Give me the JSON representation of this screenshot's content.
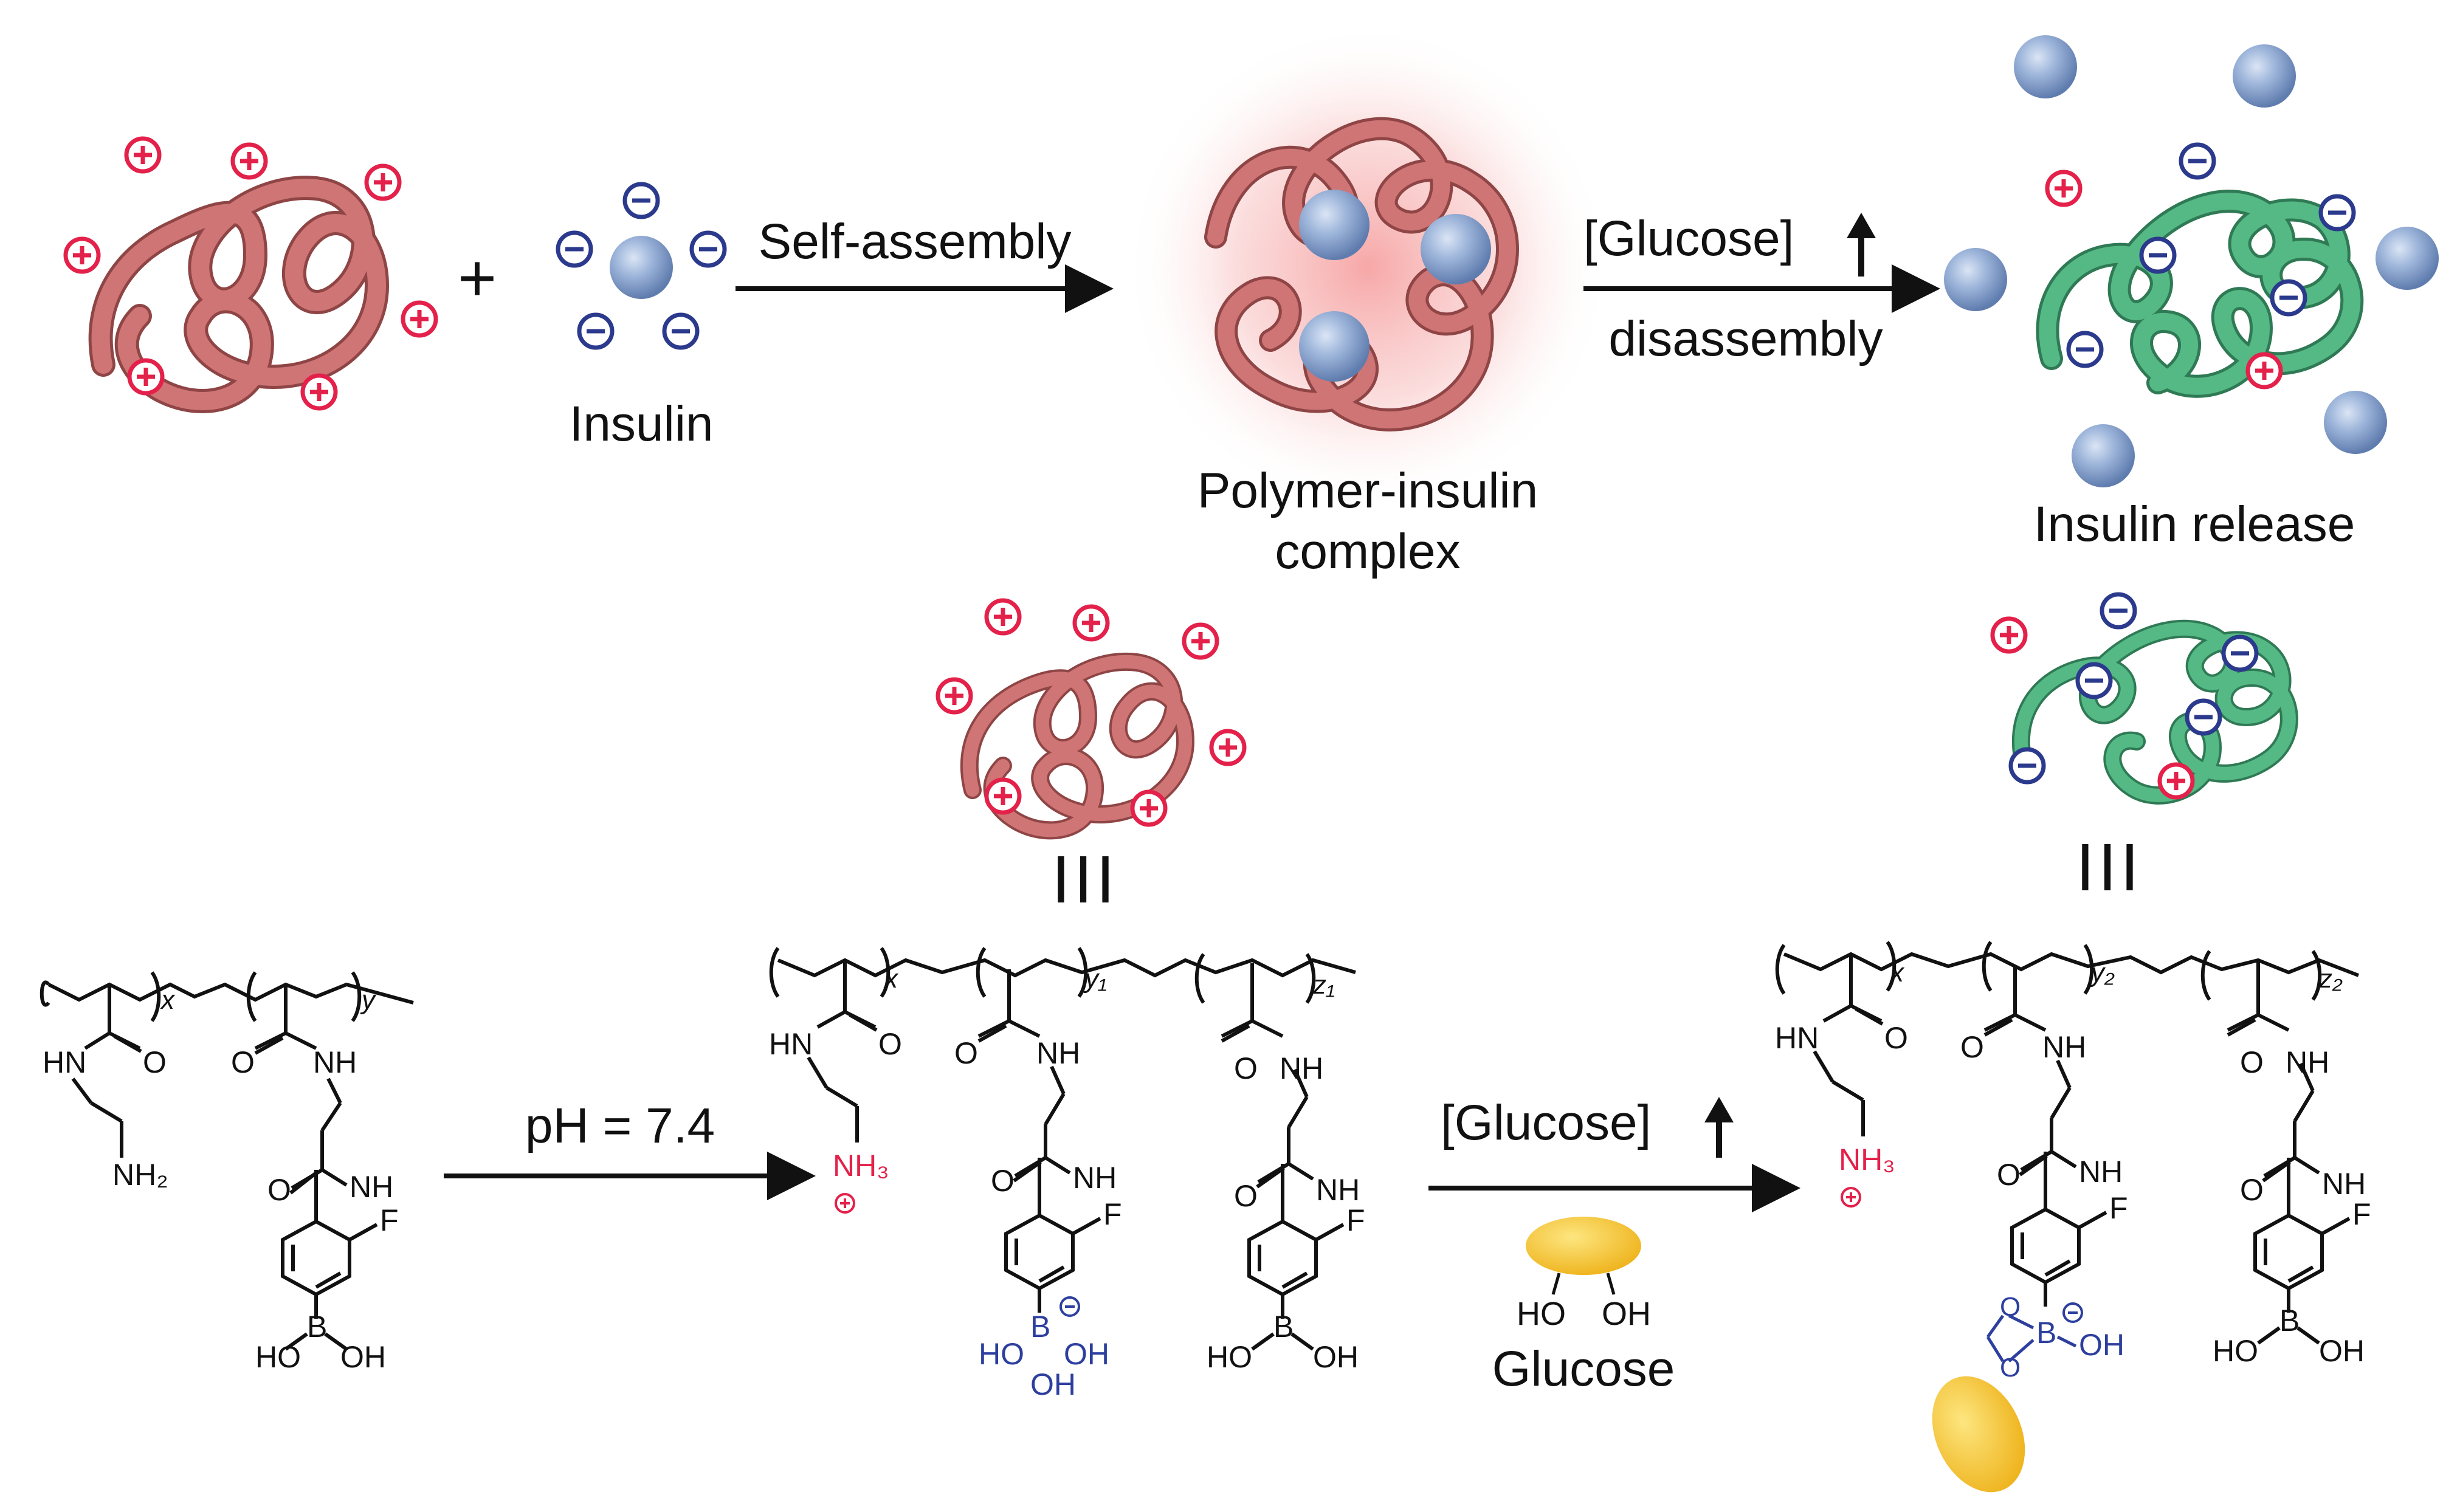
{
  "top": {
    "insulin_label": "Insulin",
    "plus_sign": "+",
    "self_assembly_label": "Self-assembly",
    "complex_label_line1": "Polymer-insulin",
    "complex_label_line2": "complex",
    "glucose_label": "[Glucose]",
    "disassembly_label": "disassembly",
    "release_label": "Insulin release"
  },
  "bottom": {
    "equiv_symbol": "III",
    "ph_label": "pH = 7.4",
    "glucose_arrow_label": "[Glucose]",
    "glucose_name": "Glucose",
    "ho_label": "HO",
    "oh_label": "OH"
  },
  "charges": {
    "plus": "+",
    "minus": "−"
  },
  "chem": {
    "HN": "HN",
    "NH": "NH",
    "NH2": "NH₂",
    "NH3": "NH₃",
    "O": "O",
    "F": "F",
    "B": "B",
    "HO": "HO",
    "OH": "OH",
    "x": "x",
    "y": "y",
    "y1": "y₁",
    "z1": "z₁",
    "y2": "y₂",
    "z2": "z₂"
  },
  "colors": {
    "polymer_pink": "#c96b6b",
    "polymer_green": "#4fb27f",
    "insulin_blue": "#93acd3",
    "charge_red": "#e3214a",
    "charge_blue": "#2b3a8c",
    "glucose_yellow": "#f4c32d",
    "chem_red": "#e3214a",
    "chem_blue": "#2d3f9e"
  }
}
